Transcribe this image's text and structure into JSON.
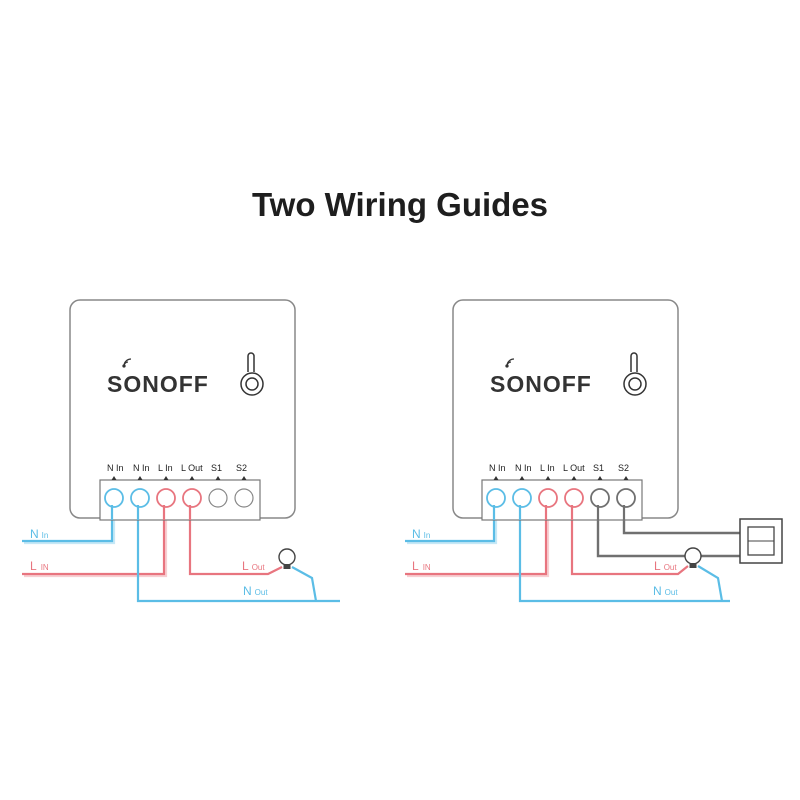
{
  "title": "Two Wiring Guides",
  "colors": {
    "neutral_wire": "#5bbde6",
    "live_wire": "#e8757f",
    "switch_wire": "#707070",
    "device_border": "#888888"
  },
  "device": {
    "brand": "SONOFF",
    "terminals": [
      "N In",
      "N In",
      "L In",
      "L Out",
      "S1",
      "S2"
    ]
  },
  "guides": [
    {
      "labels": {
        "n_in_main": "N",
        "n_in_sub": "In",
        "l_in_main": "L",
        "l_in_sub": "IN",
        "l_out_main": "L",
        "l_out_sub": "Out",
        "n_out_main": "N",
        "n_out_sub": "Out"
      },
      "has_switch": false
    },
    {
      "labels": {
        "n_in_main": "N",
        "n_in_sub": "In",
        "l_in_main": "L",
        "l_in_sub": "IN",
        "l_out_main": "L",
        "l_out_sub": "Out",
        "n_out_main": "N",
        "n_out_sub": "Out"
      },
      "has_switch": true
    }
  ]
}
